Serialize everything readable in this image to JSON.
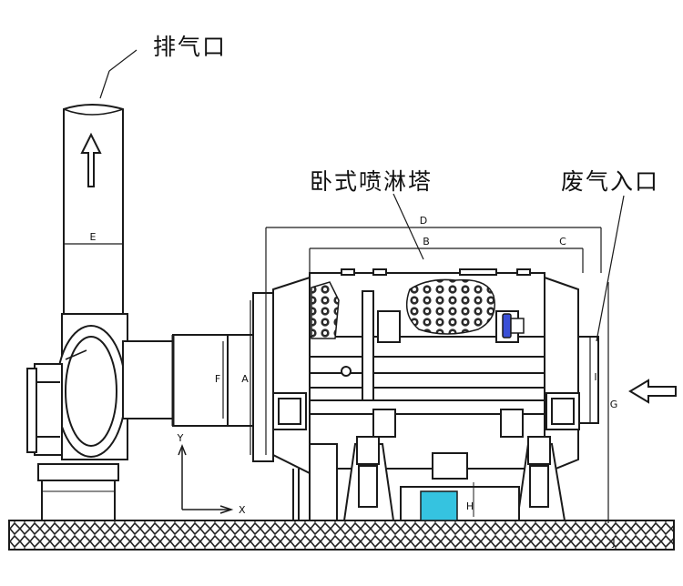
{
  "labels": {
    "exhaust_outlet": "排气口",
    "tower": "卧式喷淋塔",
    "gas_inlet": "废气入口"
  },
  "dimensions": {
    "d": "D",
    "b": "B",
    "c": "C",
    "e": "E",
    "f": "F",
    "a": "A",
    "g": "G",
    "j": "J",
    "i": "I",
    "h": "H"
  },
  "axes": {
    "y": "Y",
    "x": "X"
  },
  "colors": {
    "line": "#1a1a1a",
    "fan_motor": "#3a4fd6",
    "pump_tank": "#35c3e0"
  }
}
